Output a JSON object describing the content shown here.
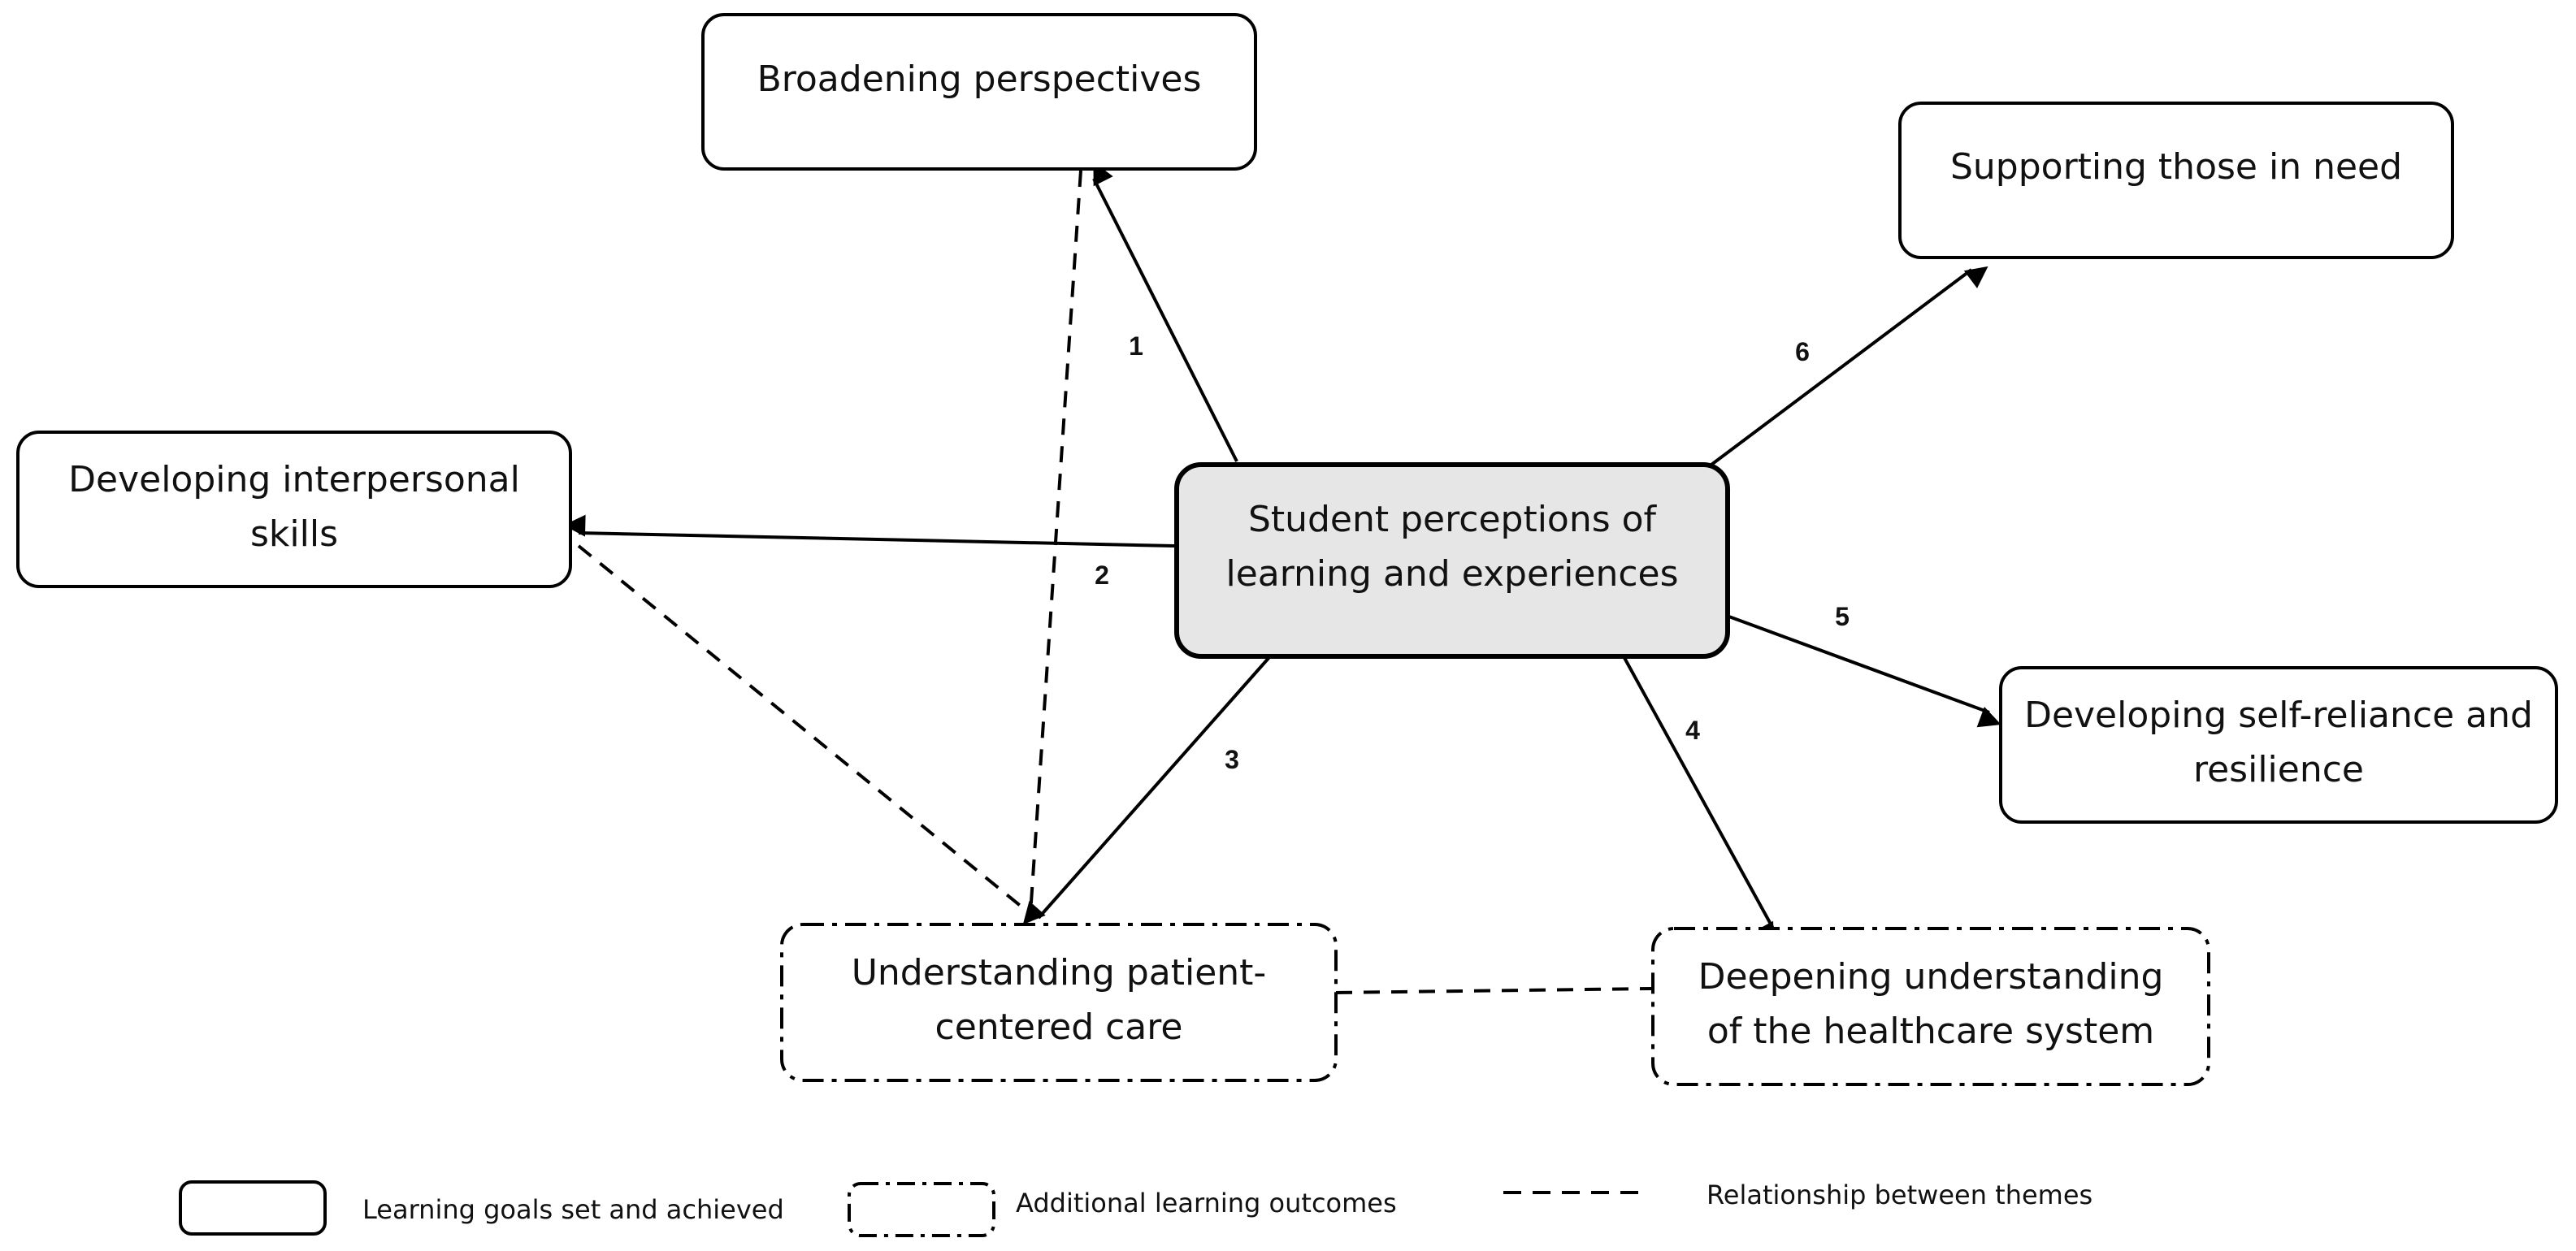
{
  "center": {
    "line1": "Student perceptions of",
    "line2": "learning and experiences"
  },
  "themes": {
    "broadening": {
      "line1": "Broadening perspectives"
    },
    "supporting": {
      "line1": "Supporting those in need"
    },
    "interpersonal": {
      "line1": "Developing interpersonal",
      "line2": "skills"
    },
    "selfreliance": {
      "line1": "Developing self-reliance and",
      "line2": "resilience"
    },
    "patient": {
      "line1": "Understanding patient-",
      "line2": "centered care"
    },
    "healthcare": {
      "line1": "Deepening understanding",
      "line2": "of the healthcare system"
    }
  },
  "edge_numbers": {
    "e1": "1",
    "e2": "2",
    "e3": "3",
    "e4": "4",
    "e5": "5",
    "e6": "6"
  },
  "legend": {
    "solid": "Learning goals set and achieved",
    "dashdot": "Additional learning outcomes",
    "dashed": "Relationship between themes"
  },
  "colors": {
    "center_fill": "#e6e6e6",
    "stroke": "#000000"
  }
}
